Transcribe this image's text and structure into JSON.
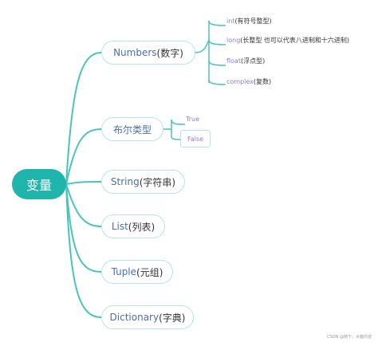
{
  "root": {
    "label": "变量"
  },
  "branches": [
    {
      "en": "Numbers",
      "cn": "(数字)"
    },
    {
      "en": "",
      "cn": "布尔类型"
    },
    {
      "en": "String",
      "cn": "(字符串)"
    },
    {
      "en": "List",
      "cn": "(列表)"
    },
    {
      "en": "Tuple",
      "cn": "(元组)"
    },
    {
      "en": "Dictionary",
      "cn": "(字典)"
    }
  ],
  "number_types": [
    {
      "en": "int",
      "cn": "(有符号整型)"
    },
    {
      "en": "long",
      "cn": "(长整型 也可以代表八进制和十六进制)"
    },
    {
      "en": "float",
      "cn": "(浮点型)"
    },
    {
      "en": "complex",
      "cn": "(复数)"
    }
  ],
  "bool_values": {
    "true": "True",
    "false": "False"
  },
  "watermark": "CSDN @随下，大脑内容",
  "colors": {
    "root": "#1fb5ad",
    "link": "#48c5bb",
    "node_border": "#b6e6e2",
    "leaf_link": "#e6bd5a"
  }
}
